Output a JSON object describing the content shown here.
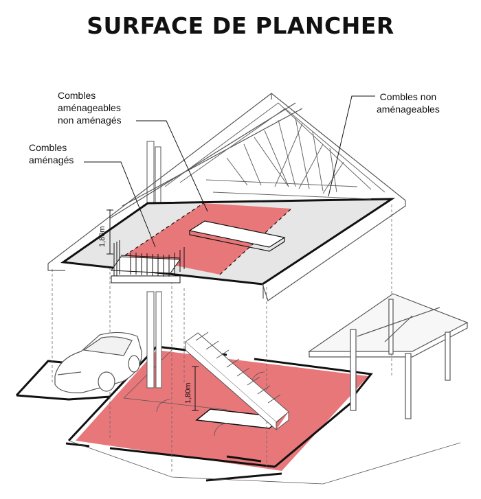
{
  "title": "SURFACE DE PLANCHER",
  "labels": {
    "combles_amenages": [
      "Combles",
      "aménagés"
    ],
    "combles_amenageables_non_amenages": [
      "Combles",
      "aménageables",
      "non aménagés"
    ],
    "combles_non_amenageables": [
      "Combles non",
      "aménageables"
    ]
  },
  "dimensions": {
    "attic_height": "1,80m",
    "ground_height": "1,80m"
  },
  "colors": {
    "floor_area_fill": "#e8777a",
    "attic_grey": "#e6e6e6",
    "outline": "#111111"
  }
}
